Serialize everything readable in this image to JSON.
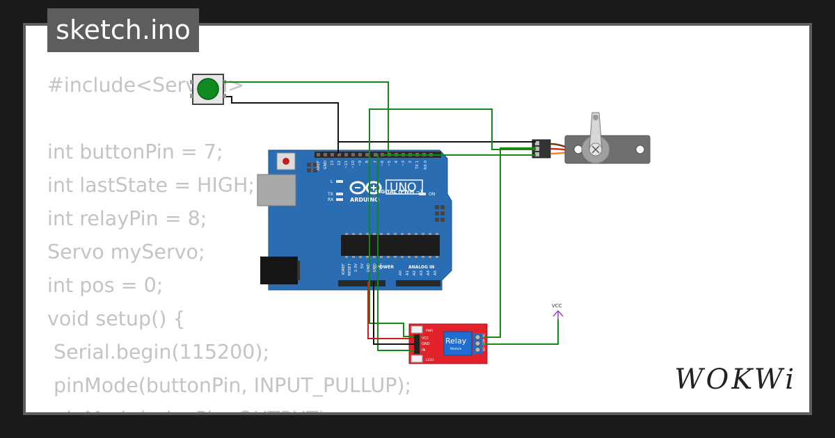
{
  "title": "sketch.ino",
  "brand": "WOKWi",
  "code_lines": [
    "#include<Servo.h>",
    "",
    "int buttonPin = 7;",
    "int lastState = HIGH;",
    "int relayPin = 8;",
    "Servo myServo;",
    "int pos = 0;",
    "void setup() {",
    " Serial.begin(115200);",
    " pinMode(buttonPin, INPUT_PULLUP);",
    " pinMode(relayPin, OUTPUT);"
  ],
  "board": {
    "name": "UNO",
    "brand": "ARDUINO",
    "digital_label": "DIGITAL (PWM ~)",
    "power_label": "POWER",
    "analog_label": "ANALOG IN",
    "on_label": "ON",
    "l_label": "L",
    "tx_label": "TX",
    "rx_label": "RX",
    "digital_pins": [
      "AREF",
      "GND",
      "13",
      "12",
      "~11",
      "~10",
      "~9",
      "8",
      "7",
      "~6",
      "~5",
      "4",
      "~3",
      "2",
      "TX 1",
      "RX 0"
    ],
    "power_pins": [
      "IOREF",
      "RESET",
      "3.3V",
      "5V",
      "GND",
      "GND",
      "Vin"
    ],
    "analog_pins": [
      "A0",
      "A1",
      "A2",
      "A3",
      "A4",
      "A5"
    ]
  },
  "relay": {
    "title": "Relay",
    "subtitle": "Module",
    "pins": [
      "VCC",
      "GND",
      "IN"
    ],
    "pwr_label": "PWR",
    "led_label": "LED1",
    "switch_pins": [
      "NC",
      "COM",
      "NO"
    ]
  },
  "vcc_label": "VCC",
  "colors": {
    "board": "#2b6db2",
    "relay": "#e2222b",
    "wire_green": "#138a13",
    "wire_black": "#111111",
    "wire_red": "#d31a1a",
    "wire_purple": "#9b3fd1",
    "code_text": "#c4c4c4",
    "frame": "#5e5e5e"
  }
}
